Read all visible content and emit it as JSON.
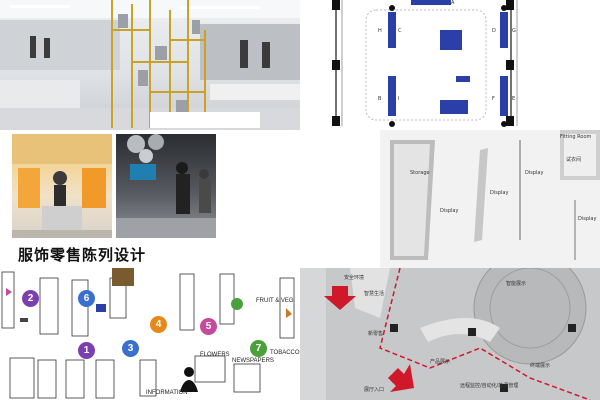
{
  "title": "服饰零售陈列设计",
  "plan_a": {
    "letters": [
      "A",
      "B",
      "C",
      "D",
      "E",
      "F",
      "G",
      "H",
      "I"
    ],
    "accent": "#2b3fa8"
  },
  "plan_b": {
    "labels": [
      "Storage",
      "Display",
      "Display",
      "Display",
      "Display",
      "Fitting Room",
      "试衣间"
    ]
  },
  "plan_c": {
    "numbers": [
      "1",
      "2",
      "3",
      "4",
      "5",
      "6",
      "7"
    ],
    "num_colors": [
      "#7c3fb0",
      "#7c3fb0",
      "#3a6fd0",
      "#e58a1a",
      "#c64a9b",
      "#3a6fd0",
      "#4aa13a"
    ],
    "labels": {
      "fruit": "FRUIT & VEG",
      "flowers": "FLOWERS",
      "newspapers": "NEWSPAPERS",
      "tobacco": "TOBACCO",
      "information": "INFORMATION"
    }
  },
  "plan_d": {
    "labels": {
      "security": "安全环境",
      "smart": "智慧生活",
      "newretail": "新零售",
      "product": "产品展示",
      "entrance": "展厅入口",
      "experience": "终端展示",
      "eco": "智能展示",
      "note": "远程监控/自动化/能源管理"
    }
  }
}
